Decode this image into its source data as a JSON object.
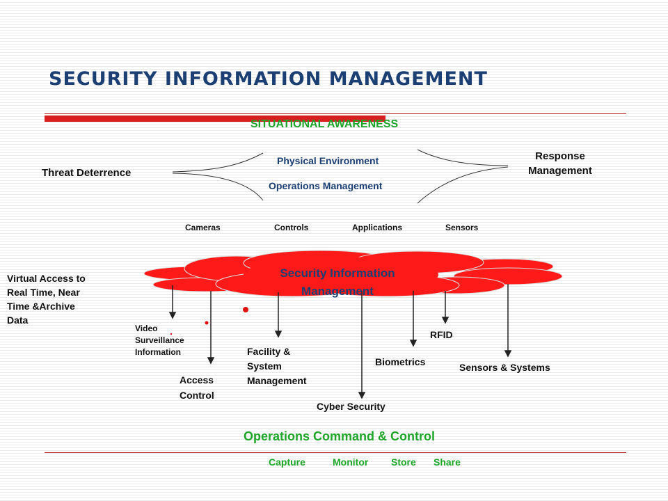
{
  "title": "SECURITY INFORMATION MANAGEMENT",
  "situational_awareness": "SITUATIONAL AWARENESS",
  "threat_deterrence": "Threat Deterrence",
  "response_management": [
    "Response",
    "Management"
  ],
  "physical_environment": "Physical Environment",
  "operations_management": "Operations Management",
  "categories": [
    "Cameras",
    "Controls",
    "Applications",
    "Sensors"
  ],
  "cloud_label": [
    "Security Information",
    "Management"
  ],
  "virtual_access": [
    "Virtual Access to",
    "Real Time, Near",
    "Time &Archive",
    "Data"
  ],
  "outputs": {
    "video": [
      "Video",
      "Surveillance",
      "Information"
    ],
    "access": [
      "Access",
      "Control"
    ],
    "facility": [
      "Facility &",
      "System",
      "Management"
    ],
    "cyber": "Cyber Security",
    "biometrics": "Biometrics",
    "rfid": "RFID",
    "sensors_systems": "Sensors & Systems"
  },
  "ops_command": "Operations Command & Control",
  "footer_items": [
    "Capture",
    "Monitor",
    "Store",
    "Share"
  ],
  "colors": {
    "title": "#1c3f73",
    "accent_red": "#d81e1e",
    "green": "#1fa62a"
  }
}
